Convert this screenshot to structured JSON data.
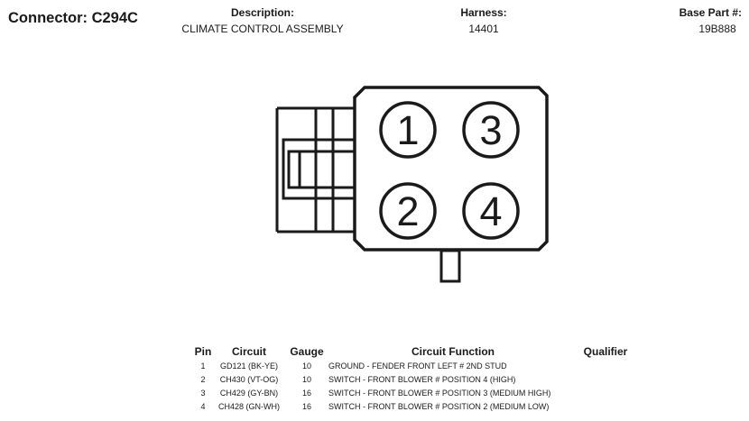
{
  "connector": {
    "title": "Connector: C294C"
  },
  "header": {
    "description_label": "Description:",
    "description_value": "CLIMATE CONTROL ASSEMBLY",
    "harness_label": "Harness:",
    "harness_value": "14401",
    "base_part_label": "Base Part #:",
    "base_part_value": "19B888"
  },
  "cavities": [
    {
      "number": "1"
    },
    {
      "number": "3"
    },
    {
      "number": "2"
    },
    {
      "number": "4"
    }
  ],
  "table": {
    "headers": {
      "pin": "Pin",
      "circuit": "Circuit",
      "gauge": "Gauge",
      "function": "Circuit Function",
      "qualifier": "Qualifier"
    },
    "rows": [
      {
        "pin": "1",
        "circuit": "GD121 (BK-YE)",
        "gauge": "10",
        "function": "GROUND - FENDER FRONT LEFT # 2ND STUD",
        "qualifier": ""
      },
      {
        "pin": "2",
        "circuit": "CH430 (VT-OG)",
        "gauge": "10",
        "function": "SWITCH - FRONT BLOWER # POSITION 4 (HIGH)",
        "qualifier": ""
      },
      {
        "pin": "3",
        "circuit": "CH429 (GY-BN)",
        "gauge": "16",
        "function": "SWITCH - FRONT BLOWER # POSITION 3 (MEDIUM HIGH)",
        "qualifier": ""
      },
      {
        "pin": "4",
        "circuit": "CH428 (GN-WH)",
        "gauge": "16",
        "function": "SWITCH - FRONT BLOWER # POSITION 2 (MEDIUM LOW)",
        "qualifier": ""
      }
    ]
  }
}
